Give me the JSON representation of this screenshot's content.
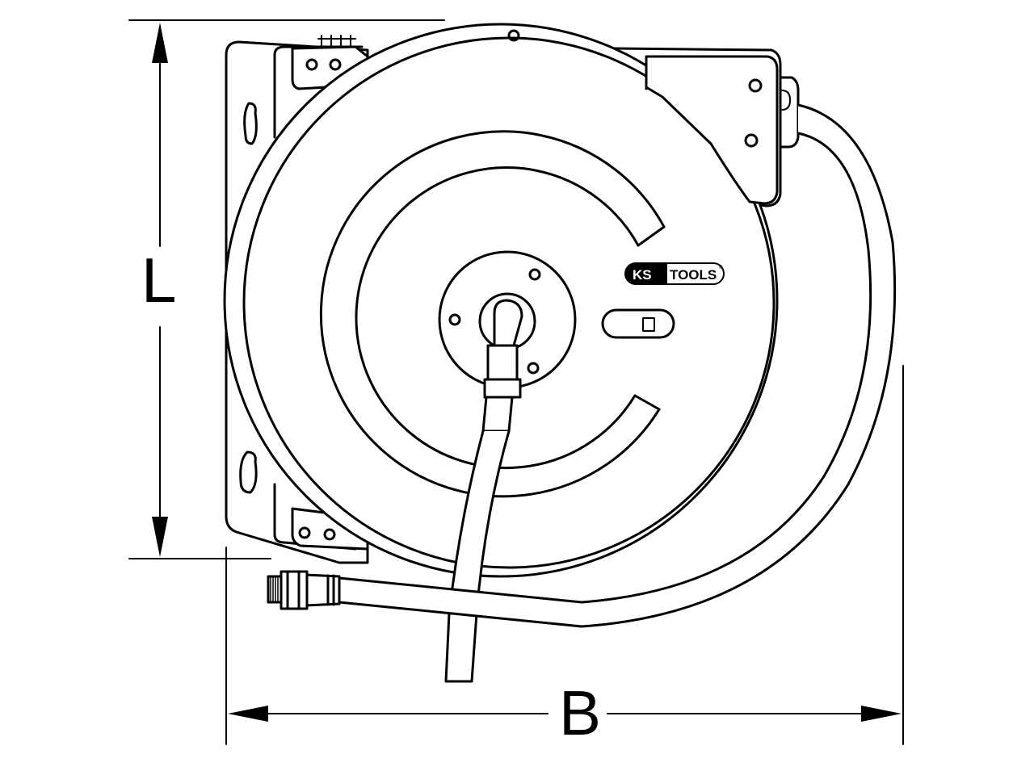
{
  "dimensions": {
    "height_label": "L",
    "width_label": "B"
  },
  "brand": {
    "logo_part1": "KS",
    "logo_part2": "TOOLS",
    "registered_mark": "®"
  },
  "colors": {
    "line": "#000000",
    "background": "#ffffff"
  },
  "icons": {
    "arrow_heads": "triangle-arrow",
    "mounting_holes": "keyhole-slot"
  }
}
